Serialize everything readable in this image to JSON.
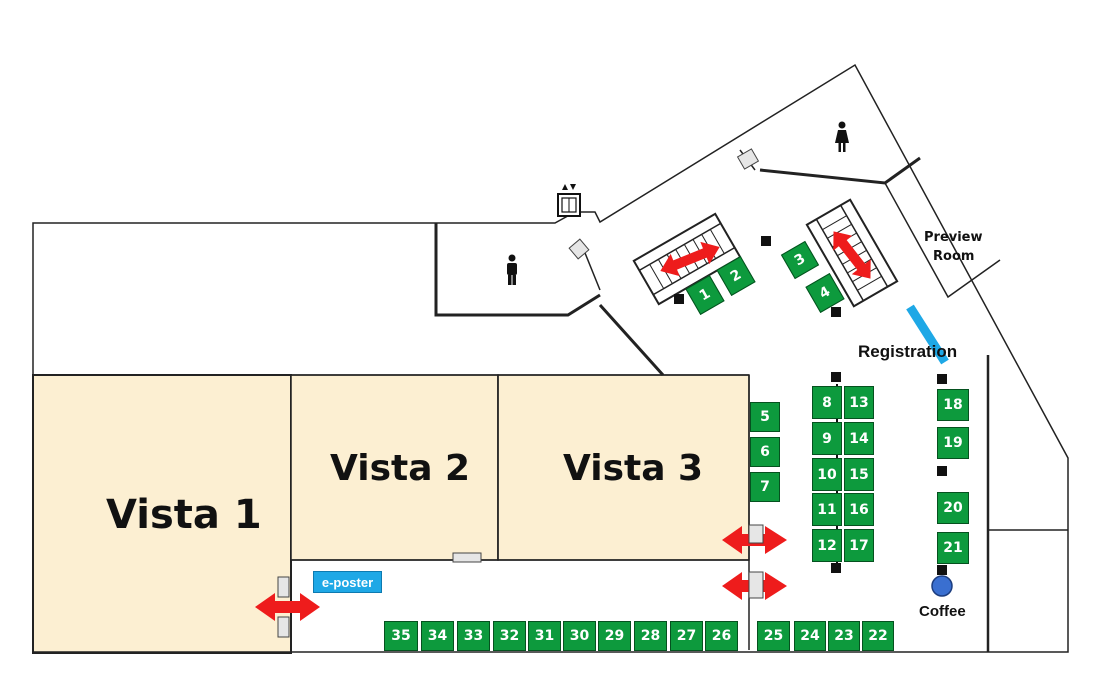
{
  "rooms": {
    "vista1": "Vista 1",
    "vista2": "Vista 2",
    "vista3": "Vista 3",
    "preview_line1": "Preview",
    "preview_line2": "Room"
  },
  "labels": {
    "registration": "Registration",
    "coffee": "Coffee",
    "eposter": "e-poster"
  },
  "colors": {
    "room_fill": "#fcefd2",
    "booth_fill": "#0d9a3d",
    "arrow": "#ee1c1c",
    "registration_bar": "#1ea8e6",
    "coffee_dot": "#3a6fd0"
  },
  "booths": [
    "1",
    "2",
    "3",
    "4",
    "5",
    "6",
    "7",
    "8",
    "9",
    "10",
    "11",
    "12",
    "13",
    "14",
    "15",
    "16",
    "17",
    "18",
    "19",
    "20",
    "21",
    "22",
    "23",
    "24",
    "25",
    "26",
    "27",
    "28",
    "29",
    "30",
    "31",
    "32",
    "33",
    "34",
    "35"
  ],
  "icons": [
    "man-restroom-icon",
    "woman-restroom-icon",
    "elevator-icon",
    "door-icon",
    "escalator-icon",
    "two-way-arrow-icon"
  ]
}
